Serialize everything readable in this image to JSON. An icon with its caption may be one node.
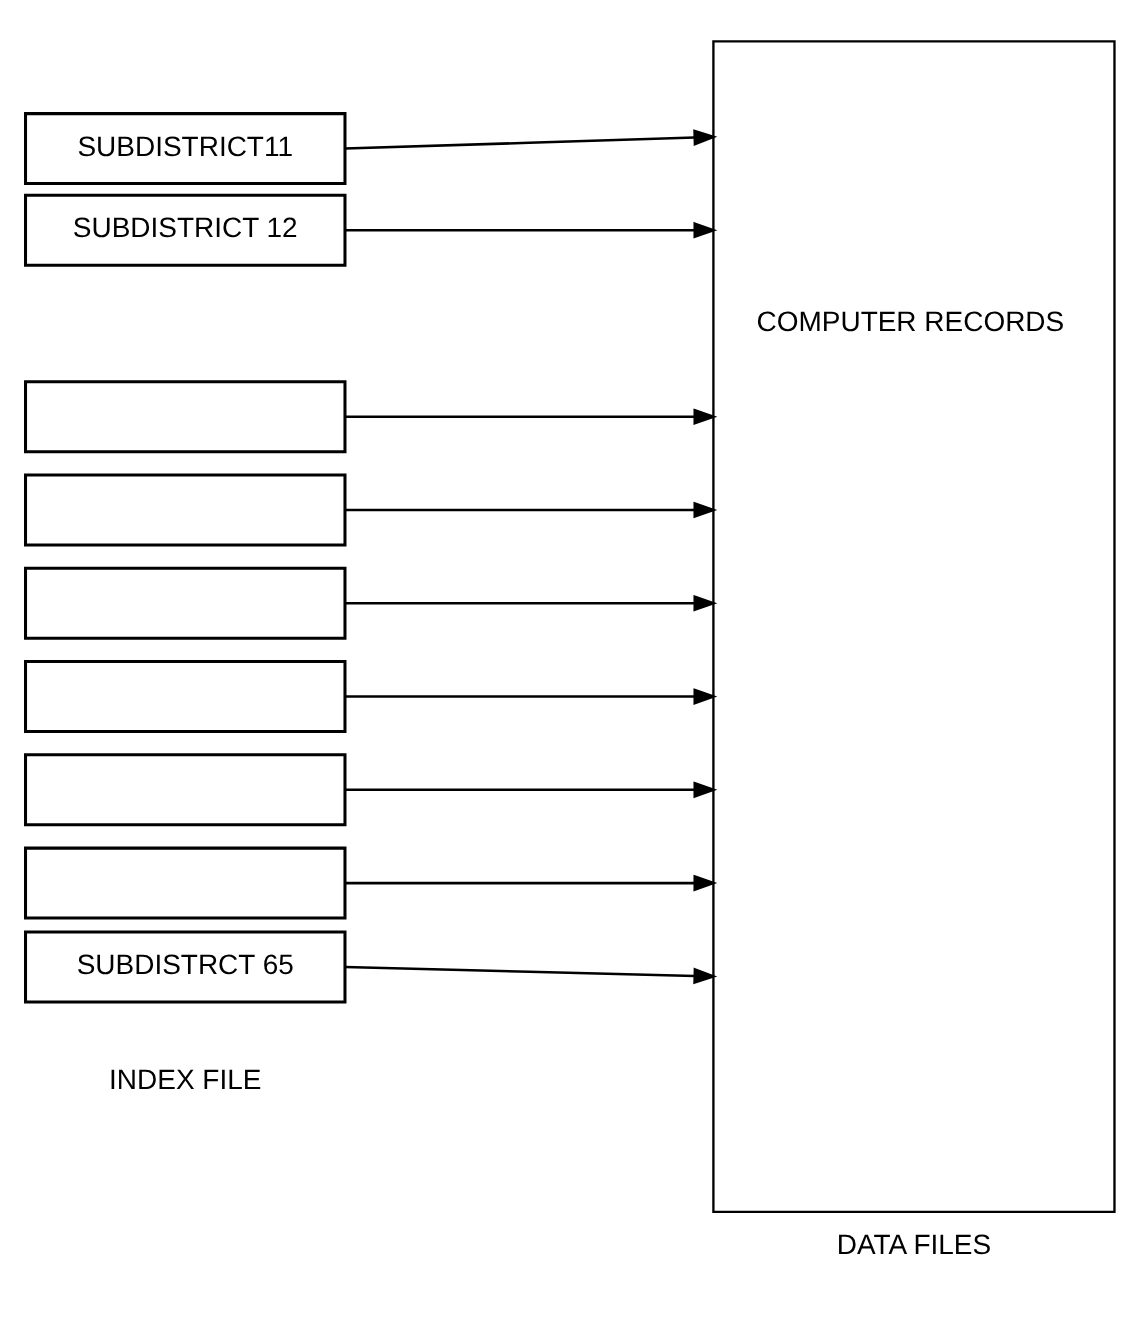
{
  "diagram": {
    "nodes": [
      {
        "text": [
          "SUBDISTRICT11"
        ]
      },
      {
        "text": [
          "SUBDISTRICT 12"
        ]
      },
      {
        "text": [],
        "shape": "box"
      },
      {
        "text": [],
        "shape": "box"
      },
      {
        "text": [],
        "shape": "box"
      },
      {
        "text": [],
        "shape": "box"
      },
      {
        "text": [],
        "shape": "box"
      },
      {
        "text": [],
        "shape": "box"
      },
      {
        "text": [
          "SUBDISTRCT 65"
        ]
      },
      {
        "text": [
          "COMPUTER RECORDS"
        ],
        "beside": [
          "DATA FILES"
        ]
      }
    ],
    "edges": [
      {
        "from": 0,
        "to": 9,
        "arrow": "to"
      },
      {
        "from": 1,
        "to": 9,
        "arrow": "to"
      },
      {
        "from": 2,
        "to": 9,
        "arrow": "to"
      },
      {
        "from": 3,
        "to": 9,
        "arrow": "to"
      },
      {
        "from": 4,
        "to": 9,
        "arrow": "to"
      },
      {
        "from": 5,
        "to": 9,
        "arrow": "to"
      },
      {
        "from": 6,
        "to": 9,
        "arrow": "to"
      },
      {
        "from": 7,
        "to": 9,
        "arrow": "to"
      },
      {
        "from": 8,
        "to": 9,
        "arrow": "to"
      }
    ],
    "labels": [
      "INDEX FILE"
    ]
  }
}
